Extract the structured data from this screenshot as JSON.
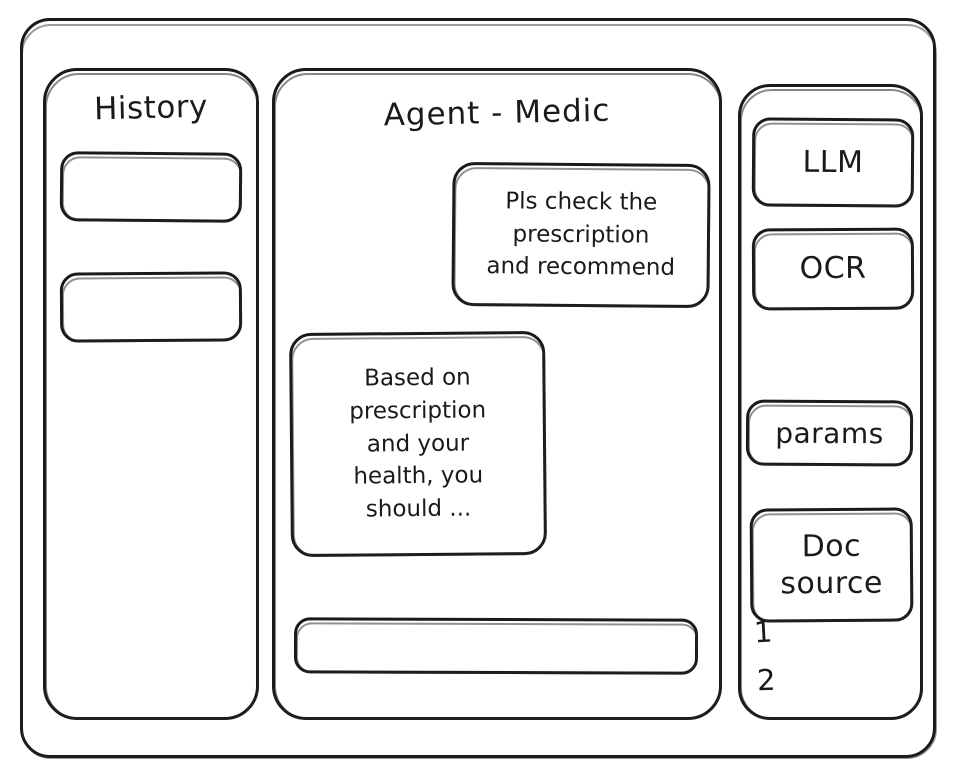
{
  "window": {
    "name": "app-window"
  },
  "history": {
    "title": "History",
    "items": [
      {
        "label": ""
      },
      {
        "label": ""
      }
    ]
  },
  "agent": {
    "title": "Agent - Medic",
    "messages": [
      {
        "role": "user",
        "lines": [
          "Pls check the",
          "prescription",
          "and recommend"
        ]
      },
      {
        "role": "assistant",
        "lines": [
          "Based on",
          "prescription",
          "and your",
          "health, you",
          "should ..."
        ]
      }
    ],
    "input": {
      "value": "",
      "placeholder": ""
    }
  },
  "tools": {
    "items": [
      {
        "id": "llm",
        "label": "LLM"
      },
      {
        "id": "ocr",
        "label": "OCR"
      },
      {
        "id": "params",
        "label": "params"
      }
    ],
    "doc_source": {
      "lines": [
        "Doc",
        "source"
      ],
      "refs": [
        "1",
        "2"
      ]
    }
  },
  "colors": {
    "ink": "#1a1a1a",
    "paper": "#ffffff"
  }
}
